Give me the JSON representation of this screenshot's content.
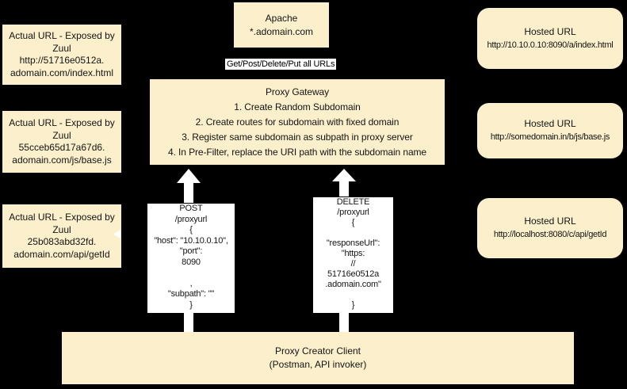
{
  "colors": {
    "background": "#000000",
    "box_fill": "#FCEFCB",
    "request_fill": "#FFFFFF",
    "text": "#141414"
  },
  "apache": {
    "lines": [
      "Apache",
      "*.adomain.com"
    ]
  },
  "traffic_label": "Get/Post/Delete/Put all URLs",
  "gateway": {
    "lines": [
      "Proxy Gateway",
      "1. Create Random Subdomain",
      "2. Create routes for subdomain with fixed domain",
      "3. Register same subdomain as subpath in proxy server",
      "4. In Pre-Filter, replace the URI path with the subdomain name"
    ]
  },
  "actual_urls": [
    {
      "lines": [
        "Actual URL - Exposed by",
        "Zuul",
        "http://51716e0512a.",
        "adomain.com/index.html"
      ]
    },
    {
      "lines": [
        "Actual URL - Exposed by",
        "Zuul",
        "55cceb65d17a67d6.",
        "adomain.com/js/base.js"
      ]
    },
    {
      "lines": [
        "Actual URL - Exposed by",
        "Zuul",
        "25b083abd32fd.",
        "adomain.com/api/getId"
      ]
    }
  ],
  "hosted_urls": [
    {
      "title": "Hosted URL",
      "url": "http://10.10.0.10:8090/a/index.html"
    },
    {
      "title": "Hosted URL",
      "url": "http://somedomain.in/b/js/base.js"
    },
    {
      "title": "Hosted URL",
      "url": "http://localhost:8080/c/api/getId"
    }
  ],
  "post_request": {
    "lines": [
      "POST",
      "/proxyurl",
      "{",
      "\"host\": \"10.10.0.10\",",
      "\"port\":",
      "8090",
      "",
      ",",
      "\"subpath\": \"\"",
      "}"
    ]
  },
  "delete_request": {
    "lines": [
      "DELETE",
      "/proxyurl",
      "{",
      "",
      "\"responseUrl\":",
      "\"https:",
      "//",
      "51716e0512a",
      ".adomain.com\"",
      "",
      "}"
    ]
  },
  "client": {
    "lines": [
      "Proxy Creator Client",
      "(Postman, API invoker)"
    ]
  }
}
